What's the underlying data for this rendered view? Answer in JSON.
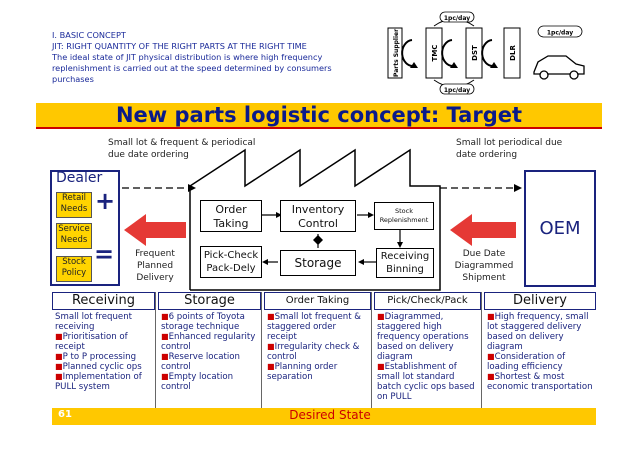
{
  "concept": {
    "heading": "I.  BASIC CONCEPT",
    "jit": "JIT: RIGHT QUANTITY OF THE RIGHT PARTS AT THE RIGHT TIME",
    "text": "The ideal state of JIT physical distribution is where high frequency replenishment is carried out at the speed determined by consumers purchases"
  },
  "flow": {
    "nodes": [
      "Parts Supplier",
      "TMC",
      "DST",
      "DLR"
    ],
    "top_label": "1pc/day",
    "bottom_label": "1pc/day",
    "right_label": "1pc/day"
  },
  "banner": "New parts logistic concept: Target",
  "notes": {
    "left": "Small lot & frequent & periodical due date ordering",
    "right": "Small lot periodical due date ordering"
  },
  "dealer": {
    "title": "Dealer",
    "items": [
      "Retail Needs",
      "Service Needs",
      "Stock Policy"
    ],
    "plus": "+",
    "equals": "="
  },
  "oem": "OEM",
  "factory": {
    "order_taking": "Order Taking",
    "inventory_control": "Inventory Control",
    "stock_replenishment": "Stock Replenishment",
    "pick_check": "Pick-Check Pack-Dely",
    "storage": "Storage",
    "receiving_binning": "Receiving Binning"
  },
  "arrows": {
    "left_label": "Frequent Planned Delivery",
    "right_label": "Due Date Diagrammed Shipment"
  },
  "columns": [
    {
      "title": "Receiving",
      "items": [
        "Small lot frequent receiving",
        "Prioritisation of receipt",
        "P to P processing",
        "Planned cyclic ops",
        "Implementation of PULL system"
      ]
    },
    {
      "title": "Storage",
      "items": [
        "6 points of Toyota storage technique",
        "Enhanced regularity control",
        "Reserve location control",
        "Empty location control"
      ]
    },
    {
      "title": "Order Taking",
      "items": [
        "Small lot frequent & staggered order receipt",
        "Irregularity check & control",
        "Planning order separation"
      ]
    },
    {
      "title": "Pick/Check/Pack",
      "items": [
        "Diagrammed, staggered high frequency operations based on delivery diagram",
        "Establishment of small lot standard batch cyclic ops based on PULL"
      ]
    },
    {
      "title": "Delivery",
      "items": [
        "High frequency, small lot staggered delivery based on delivery diagram",
        "Consideration of loading efficiency",
        "Shortest & most economic transportation"
      ]
    }
  ],
  "footer": {
    "page": "61",
    "label": "Desired State"
  },
  "colors": {
    "banner": "#ffc800",
    "accent_red": "#c00000",
    "navy": "#1a237e",
    "yellow_box": "#ffd400"
  }
}
